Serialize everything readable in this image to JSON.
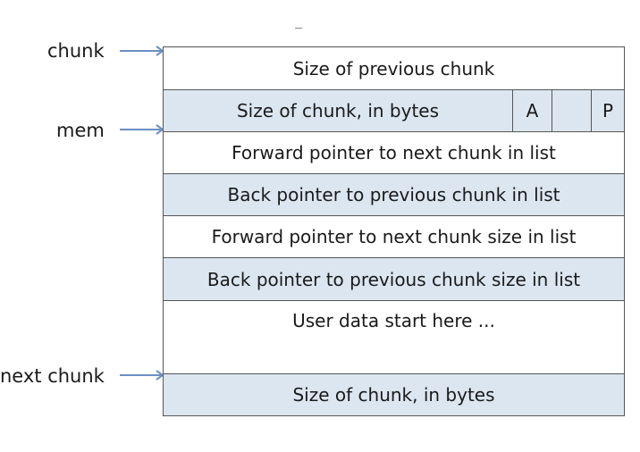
{
  "pointers": {
    "chunk": "chunk",
    "mem": "mem",
    "next_chunk": "next chunk"
  },
  "rows": {
    "prev_size": "Size of previous chunk",
    "size": "Size of chunk, in bytes",
    "flag_a": "A",
    "flag_m": "",
    "flag_p": "P",
    "fd": "Forward pointer to next chunk in list",
    "bk": "Back pointer to previous chunk in list",
    "fd_nextsize": "Forward pointer to next chunk size in list",
    "bk_nextsize": "Back pointer to previous chunk size in list",
    "user_data": "User data start here ...",
    "next_size": "Size of chunk, in bytes"
  },
  "colors": {
    "shaded": "#dce6f1",
    "arrow": "#6b8fc2",
    "border": "#555555"
  }
}
